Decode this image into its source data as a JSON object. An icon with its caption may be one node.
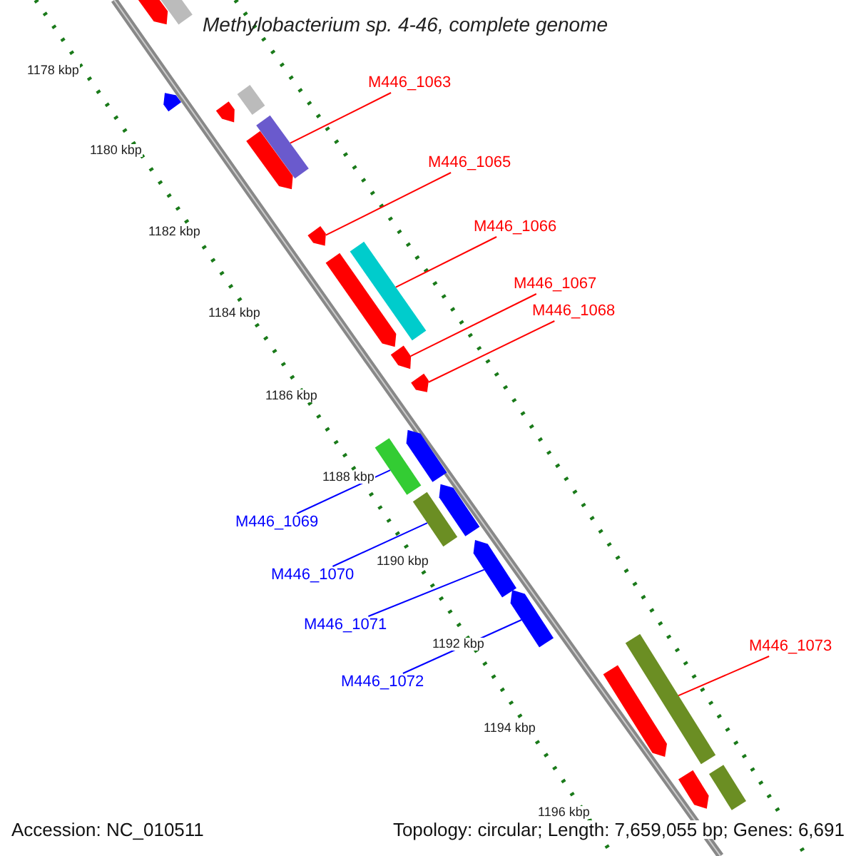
{
  "diagram": {
    "title": "Methylobacterium sp. 4-46, complete genome",
    "nodes": [
      {
        "text": [
          "M446_1063"
        ]
      },
      {
        "text": [],
        "shape": "bar"
      },
      {
        "text": [
          "M446_1065"
        ]
      },
      {
        "text": [],
        "shape": "bar"
      },
      {
        "text": [
          "M446_1066"
        ]
      },
      {
        "text": [],
        "shape": "bar"
      },
      {
        "text": [
          "M446_1067"
        ]
      },
      {
        "text": [],
        "shape": "bar"
      },
      {
        "text": [
          "M446_1068"
        ]
      },
      {
        "text": [],
        "shape": "bar"
      },
      {
        "text": [
          "M446_1069"
        ]
      },
      {
        "text": [],
        "shape": "bar"
      },
      {
        "text": [
          "M446_1070"
        ]
      },
      {
        "text": [],
        "shape": "bar"
      },
      {
        "text": [
          "M446_1071"
        ]
      },
      {
        "text": [],
        "shape": "bar"
      },
      {
        "text": [
          "M446_1072"
        ]
      },
      {
        "text": [],
        "shape": "bar"
      },
      {
        "text": [
          "M446_1073"
        ]
      },
      {
        "text": [],
        "shape": "bar"
      },
      {
        "text": [],
        "shape": "bar"
      },
      {
        "text": [],
        "shape": "bar"
      },
      {
        "text": [],
        "shape": "bar"
      },
      {
        "text": [],
        "shape": "bar"
      },
      {
        "text": [],
        "shape": "bar"
      },
      {
        "text": [],
        "shape": "bar"
      },
      {
        "text": [],
        "shape": "bar"
      },
      {
        "text": [],
        "shape": "bar"
      },
      {
        "text": [],
        "shape": "bar"
      },
      {
        "text": [],
        "shape": "bar"
      },
      {
        "text": [],
        "shape": "bar"
      },
      {
        "text": [],
        "shape": "bar"
      }
    ],
    "edges": [
      {
        "from": 0,
        "to": 1,
        "arrow": "none"
      },
      {
        "from": 2,
        "to": 3,
        "arrow": "none"
      },
      {
        "from": 4,
        "to": 5,
        "arrow": "none"
      },
      {
        "from": 6,
        "to": 7,
        "arrow": "none"
      },
      {
        "from": 8,
        "to": 9,
        "arrow": "none"
      },
      {
        "from": 10,
        "to": 11,
        "arrow": "none",
        "color": "#0000ff"
      },
      {
        "from": 12,
        "to": 13,
        "arrow": "none",
        "color": "#0000ff"
      },
      {
        "from": 14,
        "to": 15,
        "arrow": "none",
        "color": "#0000ff"
      },
      {
        "from": 16,
        "to": 17,
        "arrow": "none",
        "color": "#0000ff"
      },
      {
        "from": 18,
        "to": 19,
        "arrow": "none"
      }
    ],
    "labels": [
      "1178 kbp",
      "1180 kbp",
      "1182 kbp",
      "1184 kbp",
      "1186 kbp",
      "1188 kbp",
      "1190 kbp",
      "1192 kbp",
      "1194 kbp",
      "1196 kbp",
      "Accession: NC_010511",
      "Topology: circular; Length: 7,659,055 bp; Genes: 6,691"
    ]
  }
}
